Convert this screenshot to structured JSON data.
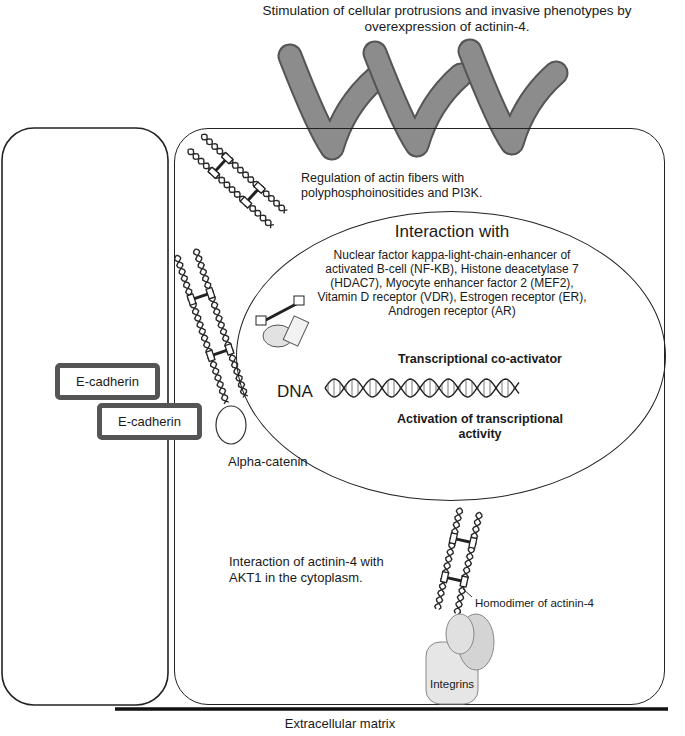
{
  "diagram": {
    "nodes": [
      {
        "text": [
          "Regulation of actin fibers with polyphosphoinositides and PI3K.",
          "Interaction of actinin-4 with AKT1 in the cytoplasm."
        ]
      },
      {
        "text": [
          "Interaction with",
          "Nuclear factor kappa-light-chain-enhancer of activated B-cell (NF-KB), Histone deacetylase 7 (HDAC7), Myocyte enhancer factor 2 (MEF2), Vitamin D receptor (VDR), Estrogen receptor (ER), Androgen receptor (AR)",
          "Transcriptional co-activator",
          "DNA",
          "Activation of transcriptional activity"
        ],
        "in": 0
      },
      {
        "text": [
          "E-cadherin"
        ]
      },
      {
        "text": [
          "E-cadherin"
        ]
      },
      {
        "text": [
          "Alpha-catenin"
        ],
        "in": 0
      },
      {
        "text": [
          "Integrins"
        ]
      }
    ],
    "labels": [
      "Stimulation of cellular protrusions and invasive phenotypes by overexpression of actinin-4.",
      "Homodimer of actinin-4",
      "Extracellular matrix"
    ]
  }
}
